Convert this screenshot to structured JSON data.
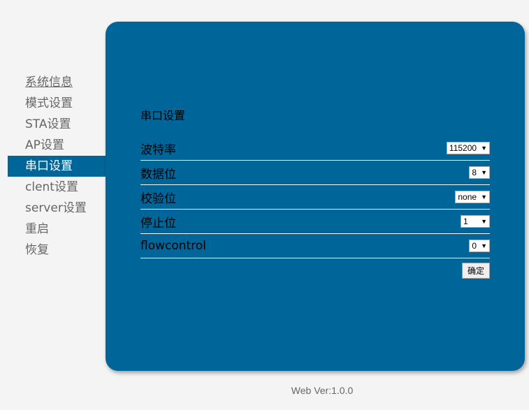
{
  "nav": [
    "系统信息",
    "模式设置",
    "STA设置",
    "AP设置",
    "串口设置",
    "clent设置",
    "server设置",
    "重启",
    "恢复"
  ],
  "title": "串口设置",
  "rows": [
    {
      "label": "波特率",
      "value": "115200"
    },
    {
      "label": "数据位",
      "value": "8"
    },
    {
      "label": "校验位",
      "value": "none"
    },
    {
      "label": "停止位",
      "value": "1"
    },
    {
      "label": "flowcontrol",
      "value": "0"
    }
  ],
  "submit": "确定",
  "version": "Web Ver:1.0.0"
}
